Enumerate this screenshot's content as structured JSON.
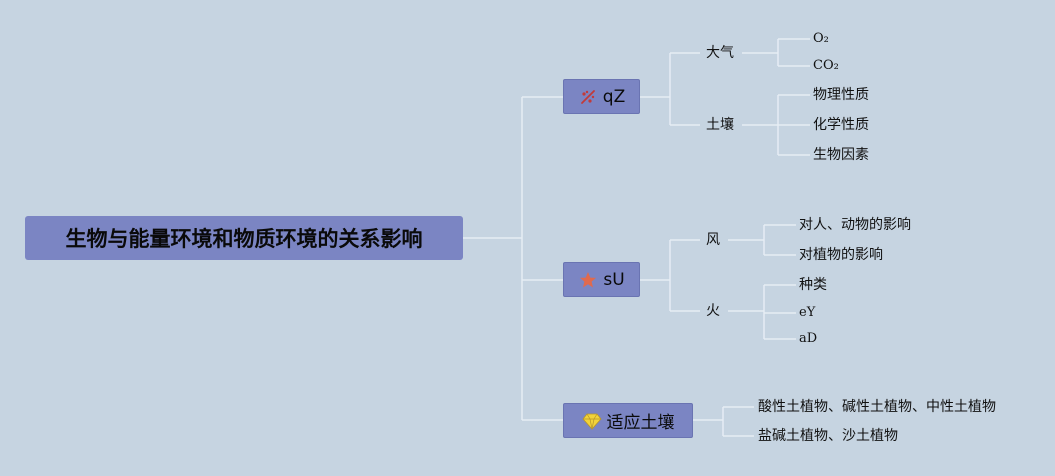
{
  "root": {
    "label": "生物与能量环境和物质环境的关系影响"
  },
  "branches": [
    {
      "label": "qZ",
      "icon": "sparkle-dots-icon",
      "children": [
        {
          "label": "大气",
          "children": [
            "O₂",
            "CO₂"
          ]
        },
        {
          "label": "土壤",
          "children": [
            "物理性质",
            "化学性质",
            "生物因素"
          ]
        }
      ]
    },
    {
      "label": "sU",
      "icon": "star-icon",
      "children": [
        {
          "label": "风",
          "children": [
            "对人、动物的影响",
            "对植物的影响"
          ]
        },
        {
          "label": "火",
          "children": [
            "种类",
            "eY",
            "aD"
          ]
        }
      ]
    },
    {
      "label": "适应土壤",
      "icon": "diamond-icon",
      "children": [
        {
          "label": "酸性土植物、碱性土植物、中性土植物"
        },
        {
          "label": "盐碱土植物、沙土植物"
        }
      ]
    }
  ],
  "colors": {
    "background": "#c6d4e1",
    "node_fill": "#7b85c3",
    "connector": "#e6edf4",
    "star": "#e06a4e",
    "diamond": "#f2d33a",
    "sparkle": "#c23a3a"
  }
}
